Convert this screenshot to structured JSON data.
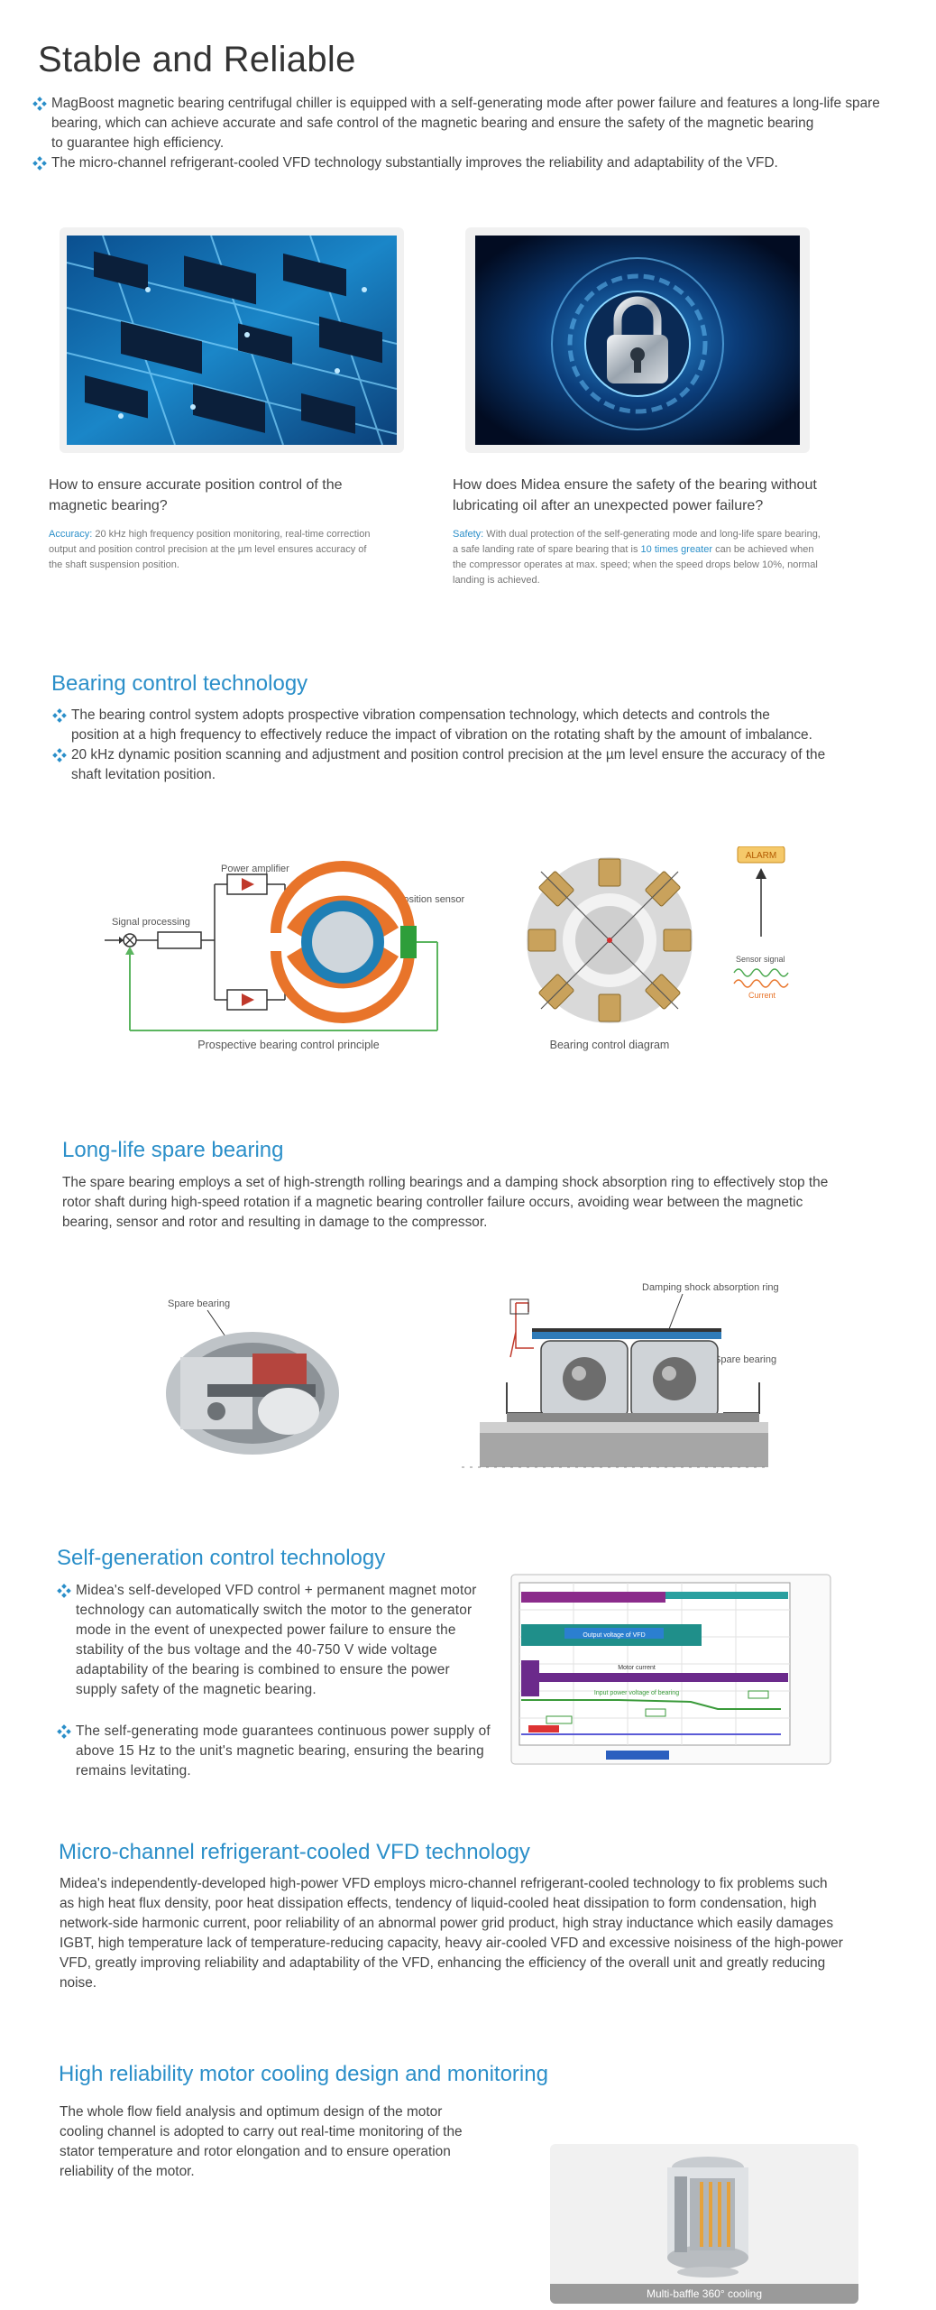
{
  "title": "Stable and Reliable",
  "intro": {
    "bullets": [
      {
        "line1": "MagBoost magnetic bearing centrifugal chiller is equipped with a self-generating mode after power failure and features a long-life spare",
        "line2": "bearing, which can achieve accurate and safe control of the magnetic bearing and ensure the safety of the magnetic bearing",
        "line3": "to guarantee high efficiency."
      },
      {
        "line1": "The micro-channel refrigerant-cooled VFD technology substantially improves the reliability and adaptability of the VFD."
      }
    ]
  },
  "cards": [
    {
      "question_l1": "How to ensure accurate position control of the",
      "question_l2": "magnetic bearing?",
      "label": "Accuracy:",
      "detail_l1": " 20 kHz high frequency position monitoring, real-time correction",
      "detail_l2": "output and position control precision at the µm level ensures accuracy of",
      "detail_l3": "the shaft suspension position."
    },
    {
      "question_l1": "How does Midea ensure the safety of the bearing without",
      "question_l2": "lubricating oil after an unexpected power failure?",
      "label": "Safety:",
      "detail_l1": " With dual protection of the self-generating mode and long-life spare bearing,",
      "detail_l2a": "a safe landing rate of spare bearing that is ",
      "highlight": "10 times greater",
      "detail_l2b": " can be achieved when",
      "detail_l3": "the compressor operates at max. speed; when the speed drops below 10%, normal",
      "detail_l4": "landing is achieved."
    }
  ],
  "bearing_control": {
    "heading": "Bearing control technology",
    "bullets": [
      {
        "line1": "The bearing control system adopts prospective vibration compensation technology, which detects and controls the",
        "line2": "position at a high frequency to effectively reduce the impact of vibration on the rotating shaft by the amount of imbalance."
      },
      {
        "line1": "20 kHz dynamic position scanning and adjustment and position control precision at the µm level ensure the accuracy of the",
        "line2": "shaft levitation position."
      }
    ],
    "diagram1": {
      "power_amplifier": "Power amplifier",
      "position_sensor": "Position sensor",
      "signal_processing": "Signal processing",
      "caption": "Prospective bearing control principle"
    },
    "diagram2": {
      "alarm": "ALARM",
      "sensor_signal": "Sensor signal",
      "current": "Current",
      "caption": "Bearing control diagram"
    }
  },
  "spare_bearing": {
    "heading": "Long-life spare bearing",
    "text_l1": "The spare bearing employs a set of high-strength rolling bearings and a damping shock absorption ring to effectively stop the",
    "text_l2": "rotor shaft during high-speed rotation if a magnetic bearing controller failure occurs, avoiding wear between the magnetic",
    "text_l3": "bearing, sensor and rotor and resulting in damage to the compressor.",
    "img1_label": "Spare bearing",
    "img2_label_ring": "Damping shock absorption ring",
    "img2_label_bearing": "Spare bearing"
  },
  "self_generation": {
    "heading": "Self-generation control technology",
    "b1": [
      "Midea's self-developed VFD control + permanent magnet motor",
      "technology can automatically switch the motor to the generator",
      "mode in the event of unexpected power failure to ensure the",
      "stability of the bus voltage and the 40-750 V wide voltage",
      "adaptability of the bearing is combined to ensure the power",
      "supply safety of the magnetic bearing."
    ],
    "b2": [
      "The self-generating mode guarantees continuous power supply of",
      "above 15 Hz to the unit's magnetic bearing, ensuring the bearing",
      "remains levitating."
    ],
    "chart_labels": {
      "output_voltage": "Output voltage of VFD",
      "motor_current": "Motor current",
      "input_power_voltage": "Input power voltage of bearing"
    }
  },
  "micro_channel": {
    "heading": "Micro-channel refrigerant-cooled VFD technology",
    "lines": [
      "Midea's independently-developed high-power VFD employs micro-channel refrigerant-cooled technology to fix problems such",
      "as high heat flux density, poor heat dissipation effects, tendency of liquid-cooled heat dissipation to form condensation, high",
      "network-side harmonic current, poor reliability of an abnormal power grid product, high stray inductance which easily damages",
      "IGBT, high temperature lack of temperature-reducing capacity, heavy air-cooled VFD and excessive noisiness of the high-power",
      "VFD, greatly improving reliability and adaptability of the VFD, enhancing the efficiency of the overall unit and greatly reducing",
      "noise."
    ]
  },
  "motor_cooling": {
    "heading": "High reliability motor cooling design and monitoring",
    "lines": [
      "The whole flow field analysis and optimum design of the motor",
      "cooling channel is adopted to carry out real-time monitoring of the",
      "stator temperature and rotor elongation and to ensure operation",
      "reliability of the motor."
    ],
    "caption": "Multi-baffle 360° cooling"
  },
  "colors": {
    "accent": "#2b8fc9",
    "bullet_icon": "#2b8fc9",
    "body_text": "#444444"
  }
}
